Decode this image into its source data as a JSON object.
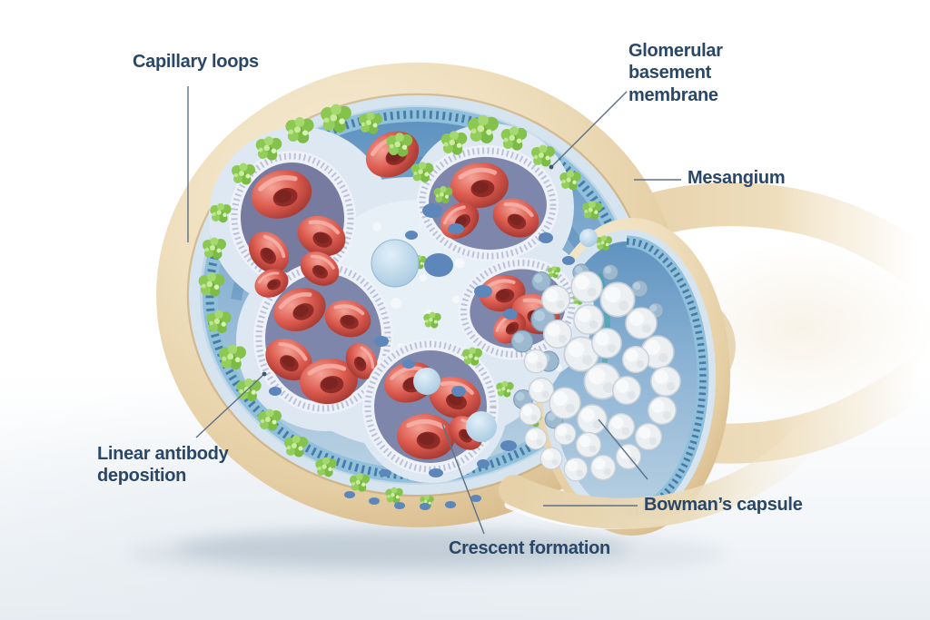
{
  "figure_labels": {
    "capillary_loops": "Capillary loops",
    "glomerular_basement_membrane": "Glomerular basement membrane",
    "mesangium": "Mesangium",
    "linear_antibody_deposition": "Linear antibody deposition",
    "crescent_formation": "Crescent formation",
    "bowmans_capsule": "Bowman’s capsule"
  },
  "palette": {
    "label_text": "#2a4768",
    "leader_line": "#5d7185",
    "capsule_tan": "#eeddbb",
    "capsule_tan_edge": "#d2b383",
    "bowman_space_blue": "#d6e4f0",
    "membrane_tick_blue": "#3e6f9b",
    "interior_blue": "#6f9cc6",
    "tuft_matrix": "#dde8f2",
    "capillary_lumen": "#7e87ab",
    "rbc_red": "#d6534a",
    "antibody_green": "#8cc954",
    "mesangial_blue": "#5d86ba",
    "crescent_white": "#edf0f2"
  }
}
